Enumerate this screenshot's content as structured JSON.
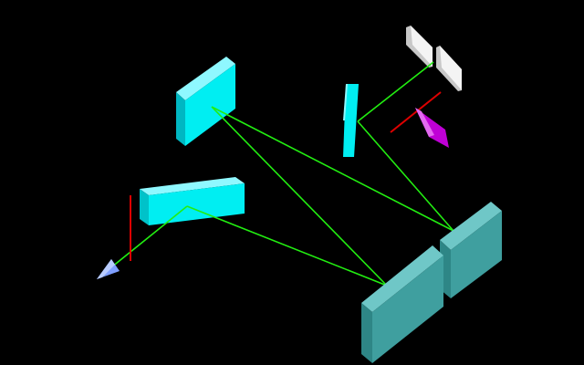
{
  "scene": {
    "background": "#000000",
    "colors": {
      "beam": "#22ee11",
      "optic": "#00f2f2",
      "grating": "#3fa3a3",
      "slit": "#f4f4f4",
      "marker": "#dd0000",
      "filter": "#c000d6",
      "source": "#8fb3ff"
    },
    "components": [
      "light-source",
      "aperture-marker",
      "collimating-mirror",
      "upper-mirror",
      "grating-left",
      "grating-right",
      "fold-mirror",
      "exit-slit-left",
      "exit-slit-right",
      "exit-marker",
      "filter-wedge"
    ]
  }
}
